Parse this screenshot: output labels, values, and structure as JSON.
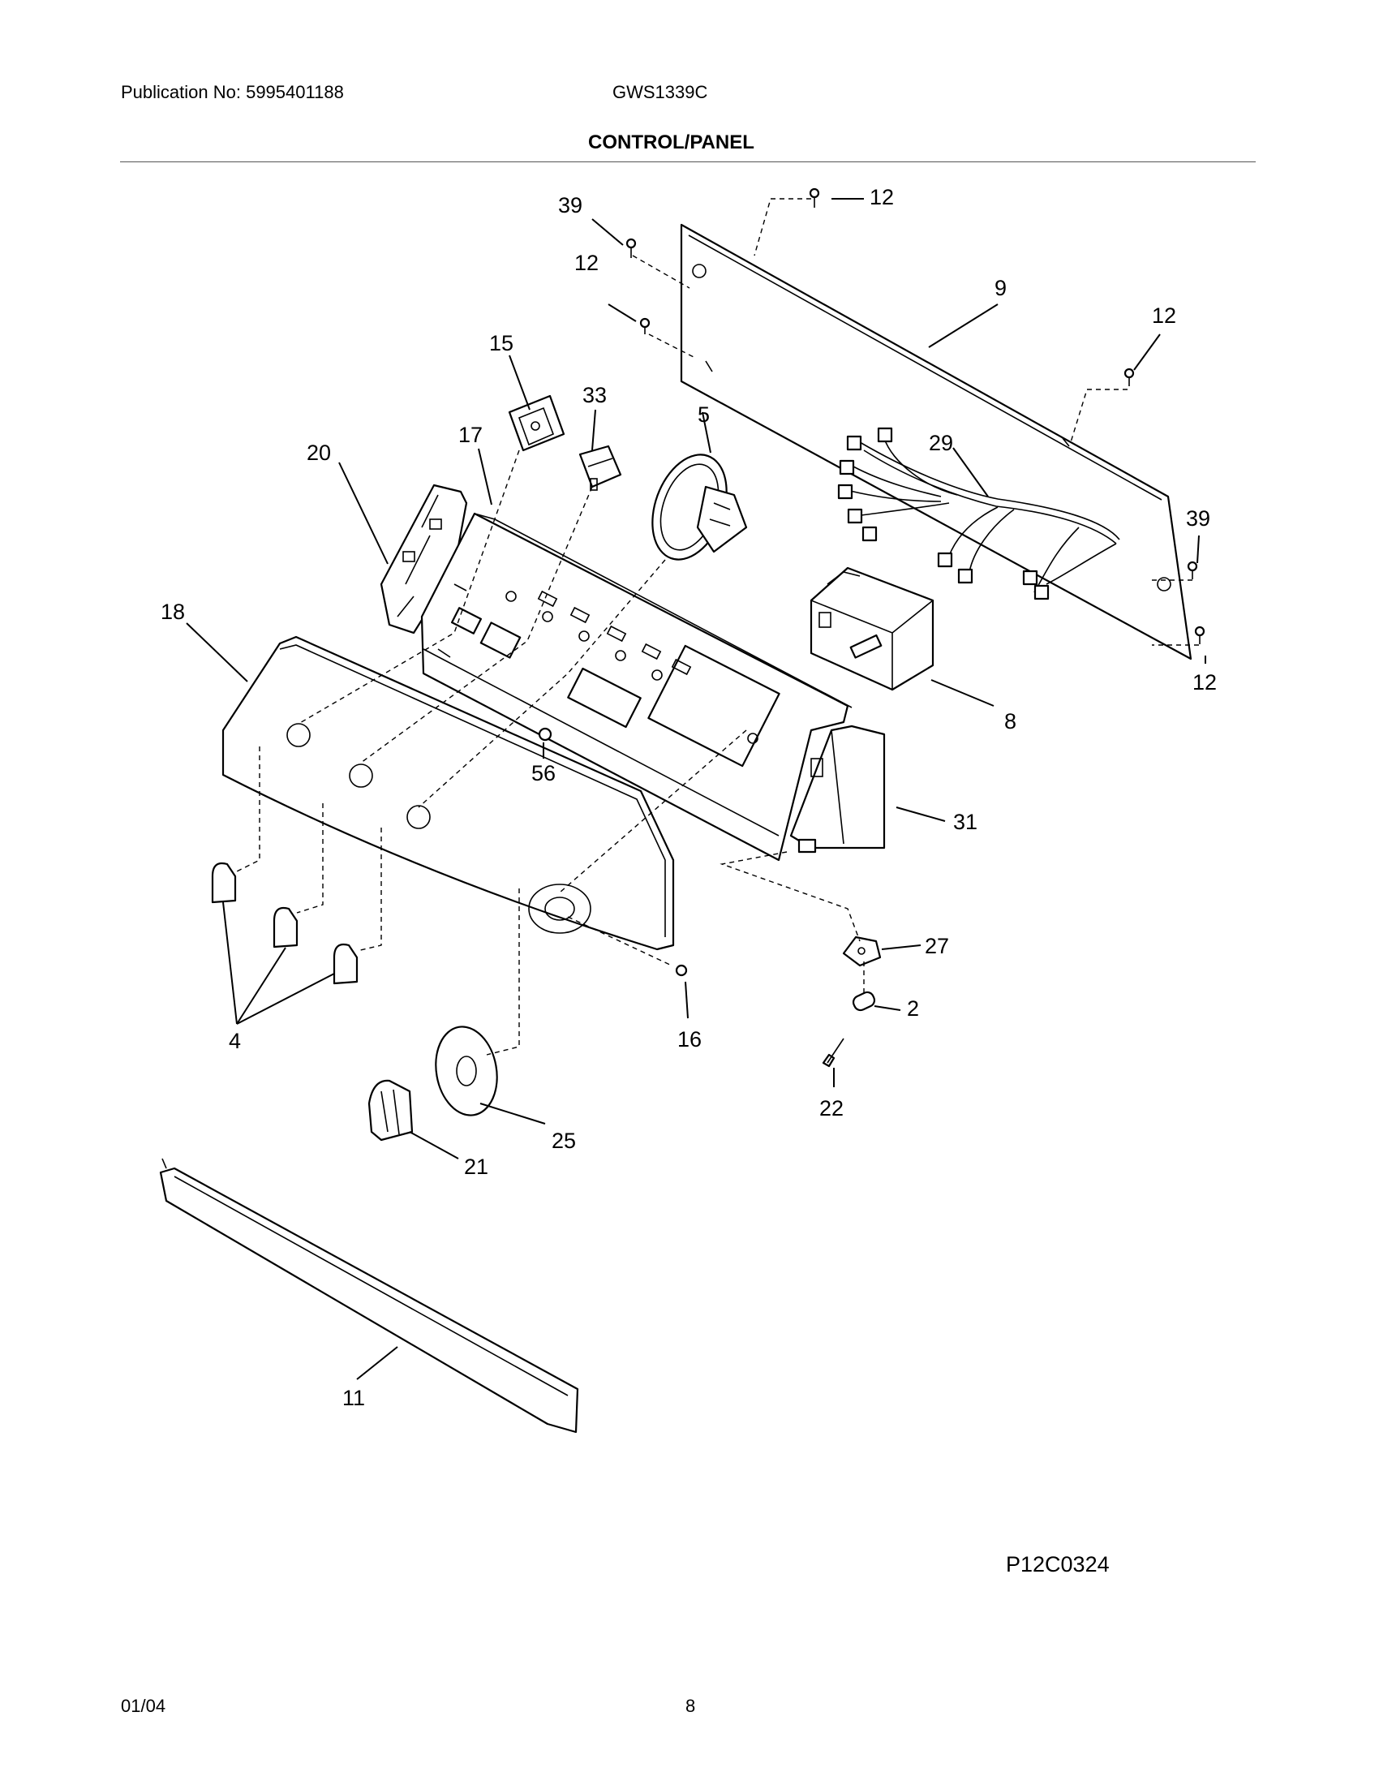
{
  "header": {
    "publication": "Publication No: 5995401188",
    "model": "GWS1339C",
    "title": "CONTROL/PANEL"
  },
  "diagram": {
    "callouts": {
      "p39a": "39",
      "p12a": "12",
      "p12b": "12",
      "p9": "9",
      "p12c": "12",
      "p15": "15",
      "p33": "33",
      "p5": "5",
      "p17": "17",
      "p29": "29",
      "p39b": "39",
      "p20": "20",
      "p18": "18",
      "p8": "8",
      "p12d": "12",
      "p56": "56",
      "p31": "31",
      "p27": "27",
      "p2": "2",
      "p4": "4",
      "p16": "16",
      "p22": "22",
      "p25": "25",
      "p21": "21",
      "p11": "11"
    },
    "figure_code": "P12C0324"
  },
  "footer": {
    "date": "01/04",
    "page": "8"
  }
}
